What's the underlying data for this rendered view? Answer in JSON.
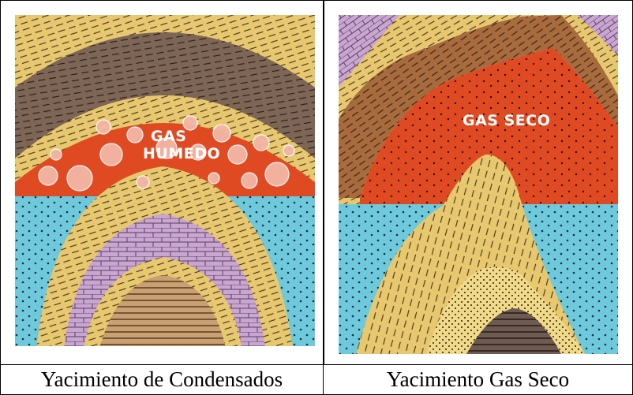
{
  "panels": [
    {
      "label_lines": [
        "GAS",
        "HUMEDO"
      ],
      "caption": "Yacimiento de Condensados"
    },
    {
      "label_lines": [
        "GAS SECO"
      ],
      "caption": "Yacimiento Gas Seco"
    }
  ],
  "colors": {
    "sand": "#E8C86E",
    "brown": "#7E6656",
    "gas": "#E04A22",
    "water": "#6FC9DC",
    "limestone": "#C9A6D1",
    "tan": "#C9A071",
    "border": "#000000"
  }
}
